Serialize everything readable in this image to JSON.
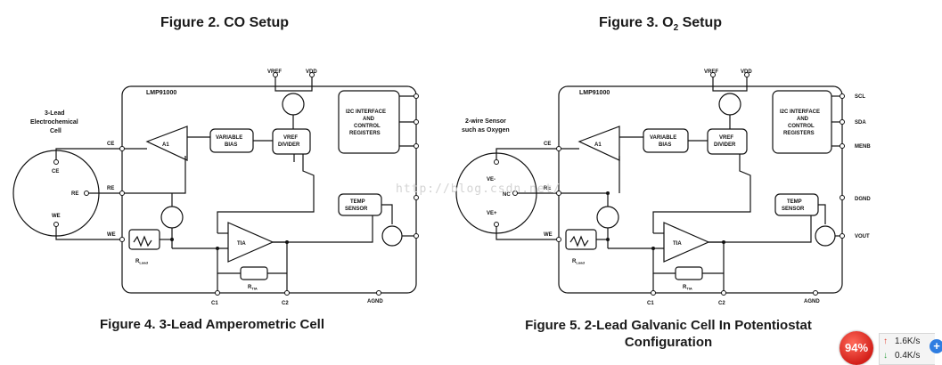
{
  "captions": {
    "fig2": "Figure 2. CO Setup",
    "fig3_a": "Figure 3. O",
    "fig3_sub": "2",
    "fig3_b": " Setup",
    "fig4": "Figure 4. 3-Lead Amperometric Cell",
    "fig5_l1": "Figure 5. 2-Lead Galvanic Cell In Potentiostat",
    "fig5_l2": "Configuration"
  },
  "left": {
    "chip": "LMP91000",
    "cell_title": [
      "3-Lead",
      "Electrochemical",
      "Cell"
    ],
    "cell_pins": {
      "ce": "CE",
      "re": "RE",
      "we": "WE"
    },
    "wires": {
      "ce": "CE",
      "re": "RE",
      "we": "WE"
    }
  },
  "right": {
    "chip": "LMP91000",
    "cell_title": [
      "2-wire Sensor",
      "such as Oxygen"
    ],
    "cell_pins": {
      "ve_minus": "VE-",
      "nc": "NC",
      "ve_plus": "VE+"
    },
    "wires": {
      "ce": "CE",
      "re": "RE",
      "we": "WE"
    }
  },
  "common": {
    "vref": "VREF",
    "vdd": "VDD",
    "i2c": [
      "I2C INTERFACE",
      "AND",
      "CONTROL",
      "REGISTERS"
    ],
    "scl": "SCL",
    "sda": "SDA",
    "menb": "MENB",
    "dgnd": "DGND",
    "vout": "VOUT",
    "agnd": "AGND",
    "c1": "C1",
    "c2": "C2",
    "a1": "A1",
    "tia": "TIA",
    "var_bias": [
      "VARIABLE",
      "BIAS"
    ],
    "vref_div": [
      "VREF",
      "DIVIDER"
    ],
    "temp": [
      "TEMP",
      "SENSOR"
    ],
    "rload_main": "R",
    "rload_sub": "Load",
    "rtia_main": "R",
    "rtia_sub": "TIA"
  },
  "watermark": "http://blog.csdn.net/",
  "speed_widget": {
    "percent": "94%",
    "up": "1.6K/s",
    "down": "0.4K/s",
    "plus": "+"
  }
}
